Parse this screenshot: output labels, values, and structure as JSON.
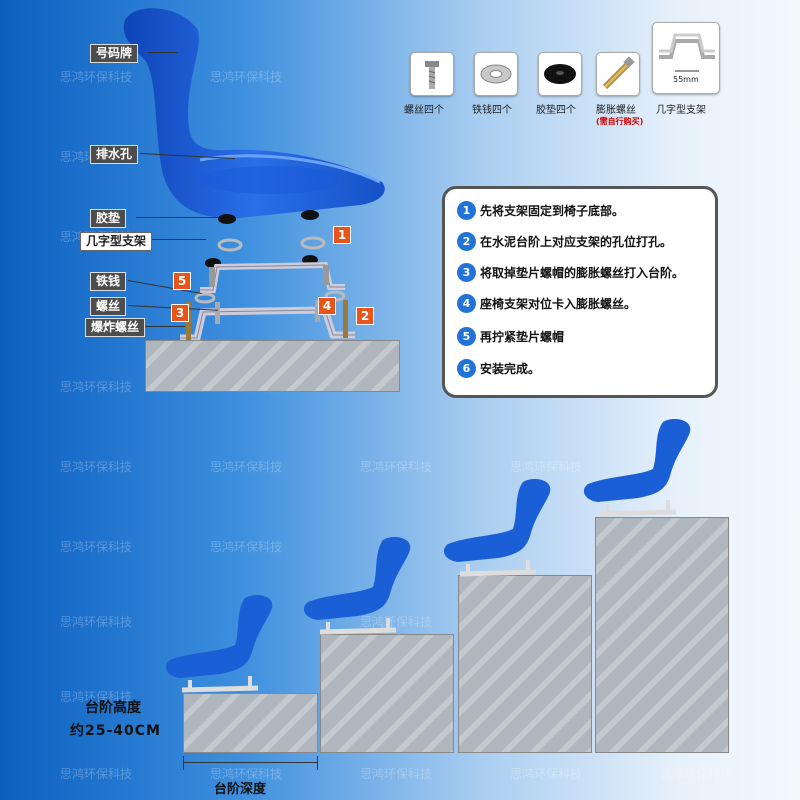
{
  "labels": {
    "number_plate": "号码牌",
    "drain_hole": "排水孔",
    "rubber_pad": "胶垫",
    "bracket": "几字型支架",
    "washer": "铁钱",
    "screw": "螺丝",
    "expansion_bolt": "爆炸螺丝"
  },
  "hardware": [
    {
      "caption": "螺丝四个",
      "icon": "screw-icon"
    },
    {
      "caption": "铁钱四个",
      "icon": "washer-icon"
    },
    {
      "caption": "胶垫四个",
      "icon": "rubber-pad-icon"
    },
    {
      "caption": "膨胀螺丝",
      "icon": "expansion-bolt-icon",
      "note": "(需自行购买)"
    },
    {
      "caption": "几字型支架",
      "icon": "bracket-icon",
      "dimension": "55mm"
    }
  ],
  "steps": [
    {
      "num": "1",
      "text": "先将支架固定到椅子底部。"
    },
    {
      "num": "2",
      "text": "在水泥台阶上对应支架的孔位打孔。"
    },
    {
      "num": "3",
      "text": "将取掉垫片螺帽的膨胀螺丝打入台阶。"
    },
    {
      "num": "4",
      "text": "座椅支架对位卡入膨胀螺丝。"
    },
    {
      "num": "5",
      "text": "再拧紧垫片螺帽"
    },
    {
      "num": "6",
      "text": "安装完成。"
    }
  ],
  "badges": [
    "1",
    "2",
    "3",
    "4",
    "5"
  ],
  "dimensions": {
    "step_height_label": "台阶高度",
    "step_height_value": "约25-40CM",
    "step_depth_label": "台阶深度"
  },
  "watermark": "思鸿环保科技",
  "colors": {
    "seat_blue": "#1a5fd6",
    "badge_orange": "#e8541a",
    "step_num_blue": "#2273d8"
  }
}
